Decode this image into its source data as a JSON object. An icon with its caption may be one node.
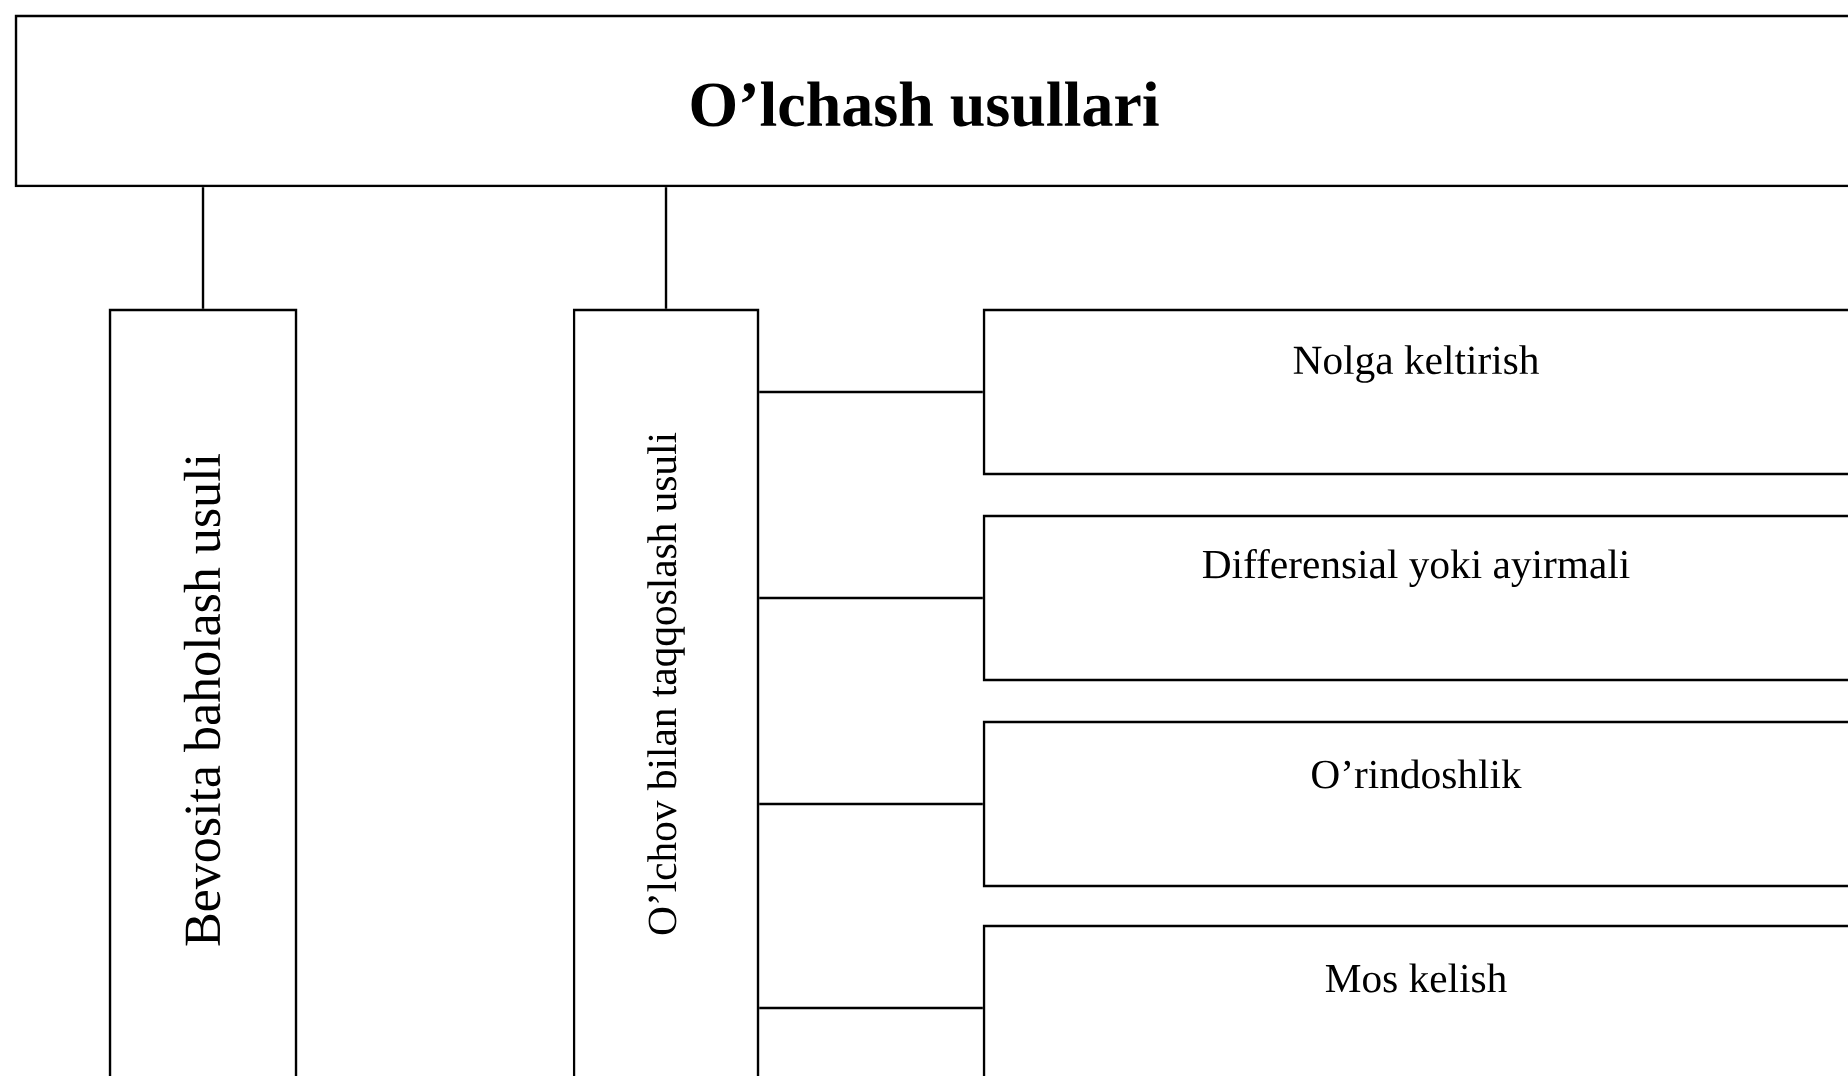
{
  "diagram": {
    "nodes": [
      {
        "text": [
          "O’lchash usullari"
        ]
      },
      {
        "text": [
          "Bevosita baholash usuli"
        ]
      },
      {
        "text": [
          "O’lchov bilan taqqoslash usuli"
        ]
      },
      {
        "text": [
          "Nolga keltirish"
        ]
      },
      {
        "text": [
          "Differensial yoki ayirmali"
        ]
      },
      {
        "text": [
          "O’rindoshlik"
        ]
      },
      {
        "text": [
          "Mos kelish"
        ]
      }
    ],
    "edges": [
      {
        "from": 0,
        "to": 1,
        "arrow": "none"
      },
      {
        "from": 0,
        "to": 2,
        "arrow": "none"
      },
      {
        "from": 2,
        "to": 3,
        "arrow": "none"
      },
      {
        "from": 2,
        "to": 4,
        "arrow": "none"
      },
      {
        "from": 2,
        "to": 5,
        "arrow": "none"
      },
      {
        "from": 2,
        "to": 6,
        "arrow": "none"
      }
    ]
  }
}
